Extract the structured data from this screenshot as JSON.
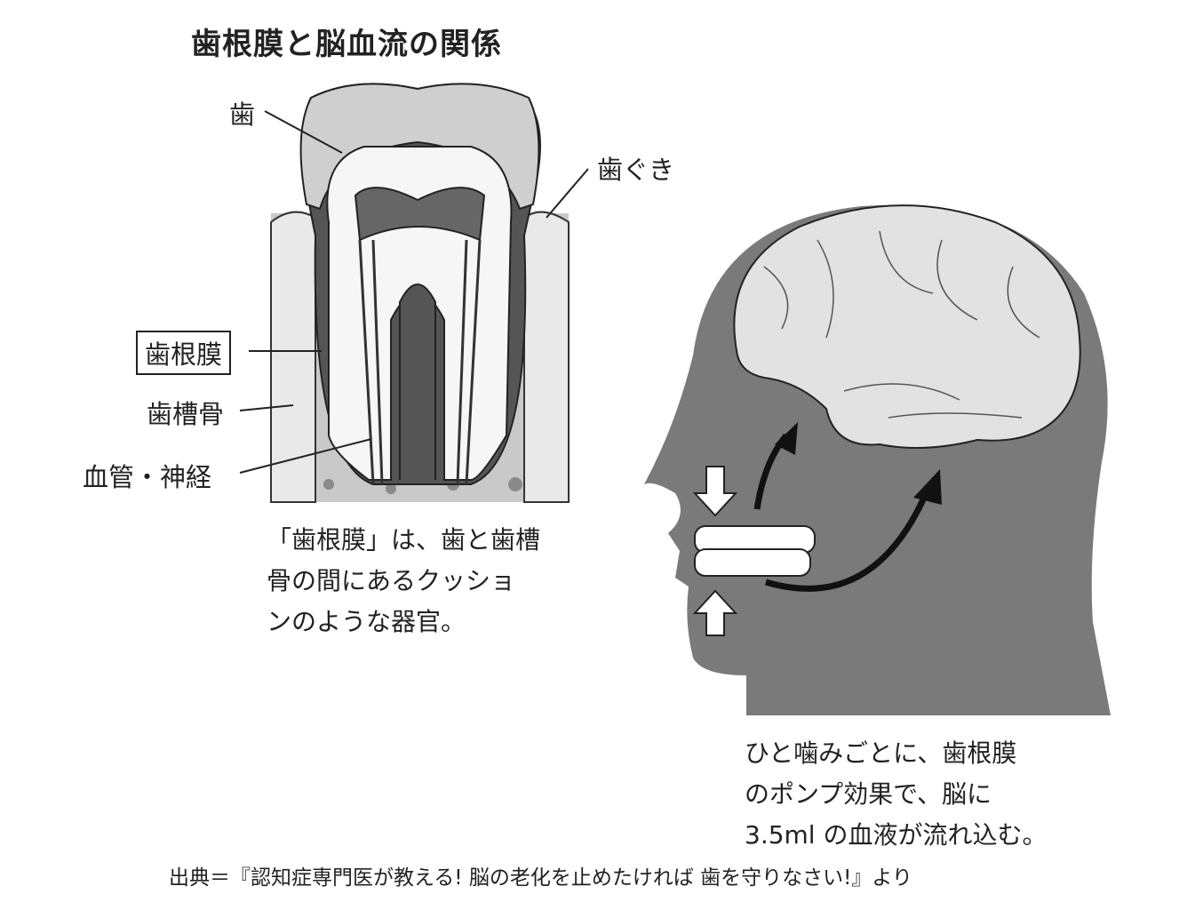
{
  "title": "歯根膜と脳血流の関係",
  "tooth_labels": {
    "tooth": "歯",
    "gum": "歯ぐき",
    "pdl": "歯根膜",
    "bone": "歯槽骨",
    "vessel": "血管・神経"
  },
  "caption_left": [
    "「歯根膜」は、歯と歯槽",
    "骨の間にあるクッショ",
    "ンのような器官。"
  ],
  "caption_right": [
    "ひと噛みごとに、歯根膜",
    "のポンプ効果で、脳に",
    "3.5ml の血液が流れ込む。"
  ],
  "source": "出典＝『認知症専門医が教える! 脳の老化を止めたければ 歯を守りなさい!』より",
  "colors": {
    "head": "#7a7a7a",
    "brain": "#e2e2e2",
    "bone": "#c8c8c8",
    "ink": "#222222"
  }
}
